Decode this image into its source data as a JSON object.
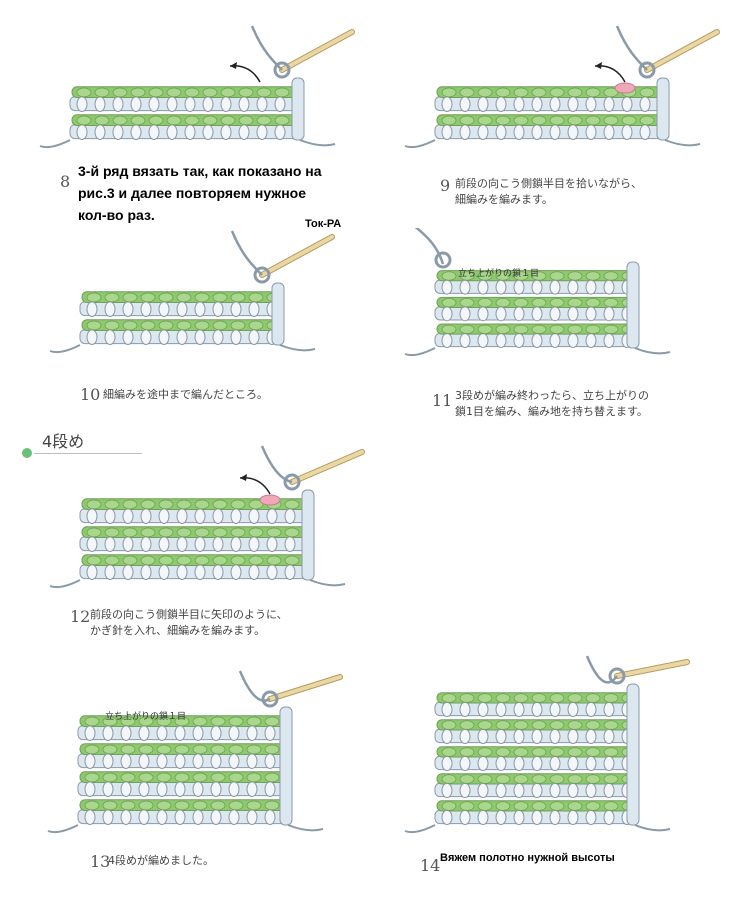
{
  "colors": {
    "yarn_green": "#8ec96e",
    "yarn_light": "#dde7ef",
    "outline": "#8a9aa8",
    "hook": "#e9d8a6",
    "accent_pink": "#f0a8b8",
    "section_dot": "#6cc07a"
  },
  "russian_note": {
    "line1": "3-й ряд вязать так, как показано на",
    "line2": "рис.3 и далее повторяем нужное",
    "line3": "кол-во раз."
  },
  "watermark": "Ток-РА",
  "section_title": "4段め",
  "steps": [
    {
      "num": "8",
      "lines": []
    },
    {
      "num": "9",
      "lines": [
        "前段の向こう側鎖半目を拾いながら、",
        "細編みを編みます。"
      ]
    },
    {
      "num": "10",
      "lines": [
        "細編みを途中まで編んだところ。"
      ]
    },
    {
      "num": "11",
      "lines": [
        "3段めが編み終わったら、立ち上がりの",
        "鎖1目を編み、編み地を持ち替えます。"
      ],
      "label": "立ち上がりの鎖１目"
    },
    {
      "num": "12",
      "lines": [
        "前段の向こう側鎖半目に矢印のように、",
        "かぎ針を入れ、細編みを編みます。"
      ]
    },
    {
      "num": "13",
      "lines": [
        "4段めが編めました。"
      ],
      "label": "立ち上がりの鎖１目"
    },
    {
      "num": "14",
      "lines": [
        "Вяжем полотно нужной высоты"
      ]
    }
  ]
}
